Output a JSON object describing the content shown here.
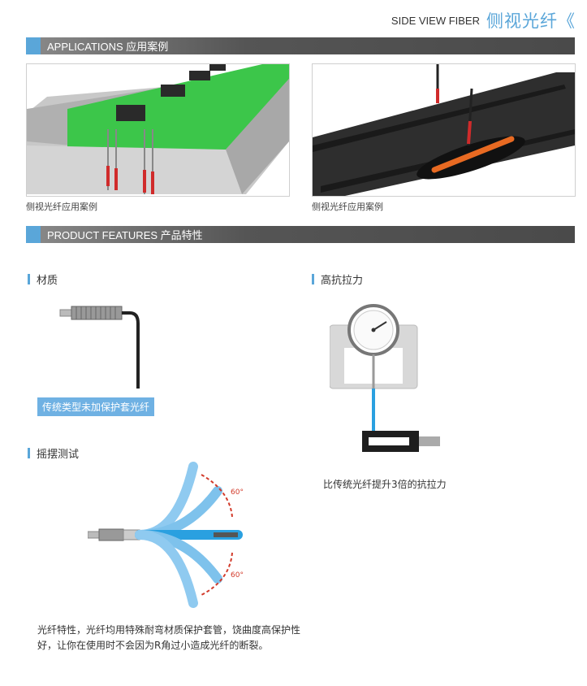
{
  "header": {
    "title_en": "SIDE VIEW FIBER",
    "title_cn": "侧视光纤",
    "chevron": "《"
  },
  "sections": {
    "applications": "APPLICATIONS 应用案例",
    "features": "PRODUCT FEATURES 产品特性"
  },
  "applications": {
    "left_caption": "侧视光纤应用案例",
    "right_caption": "侧视光纤应用案例"
  },
  "features": {
    "material": {
      "title": "材质",
      "tag": "传统类型未加保护套光纤"
    },
    "tensile": {
      "title": "高抗拉力",
      "caption": "比传统光纤提升3倍的抗拉力"
    },
    "swing": {
      "title": "摇摆测试",
      "angle_top": "60°",
      "angle_bottom": "60°",
      "description": "光纤特性，光纤均用特殊耐弯材质保护套管，饶曲度高保护性好，让你在使用时不会因为R角过小造成光纤的断裂。"
    }
  },
  "colors": {
    "accent": "#5aa6d9",
    "pcb_green": "#3cc64a",
    "red_arrow": "#d23a2a",
    "fiber_blue": "#2aa0e0"
  }
}
